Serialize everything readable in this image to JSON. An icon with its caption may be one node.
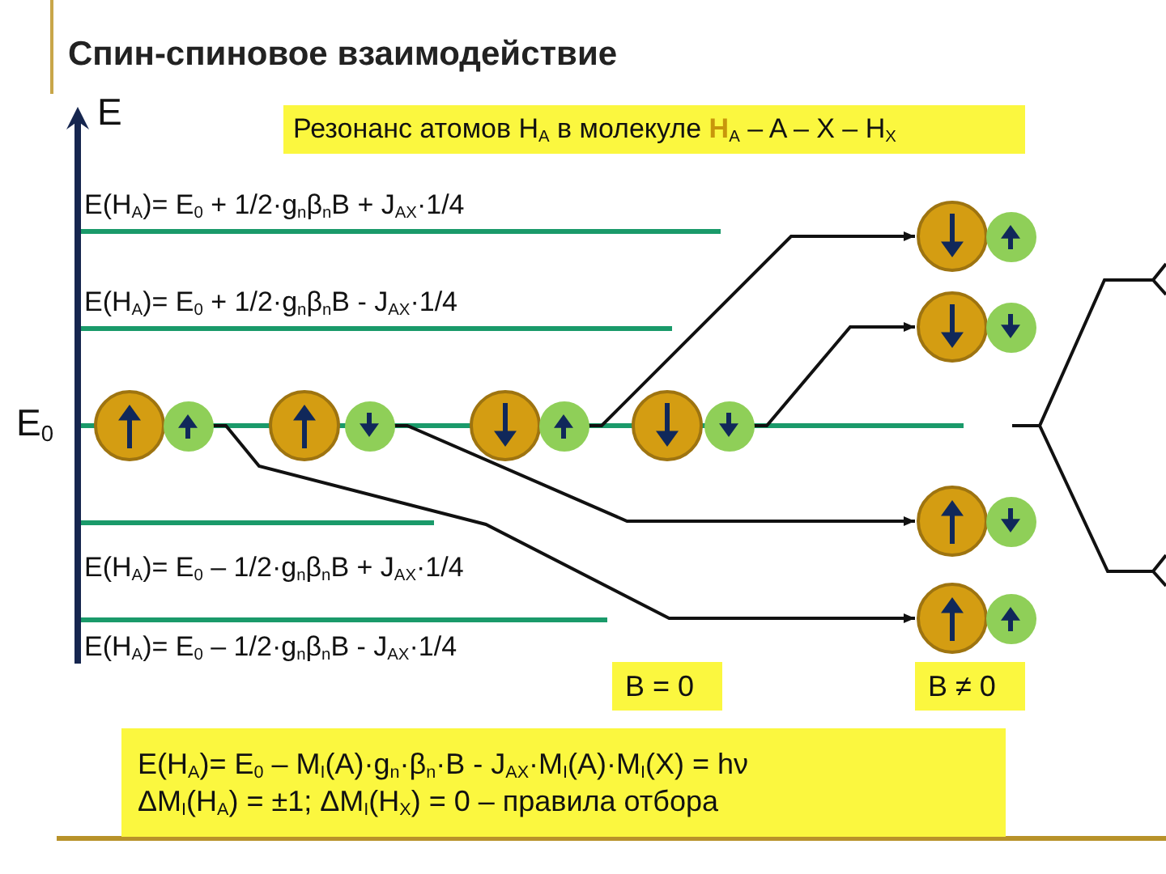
{
  "diagram": {
    "title": "Спин-спиновое взаимодействие",
    "nodes": [
      {
        "text": [
          "Резонанс атомов H$_{A}$ в молекуле **H**$_{A}$ – A – X – H$_{X}$"
        ]
      },
      {
        "text": [],
        "shape": "circle"
      },
      {
        "text": [],
        "shape": "circle"
      },
      {
        "text": [],
        "shape": "circle"
      },
      {
        "text": [],
        "shape": "circle"
      },
      {
        "text": [],
        "shape": "circle"
      },
      {
        "text": [],
        "shape": "circle"
      },
      {
        "text": [],
        "shape": "circle"
      },
      {
        "text": [],
        "shape": "circle"
      },
      {
        "text": [],
        "shape": "circle"
      },
      {
        "text": [],
        "shape": "circle"
      },
      {
        "text": [],
        "shape": "circle"
      },
      {
        "text": [],
        "shape": "circle"
      },
      {
        "text": [],
        "shape": "circle"
      },
      {
        "text": [],
        "shape": "circle"
      },
      {
        "text": [],
        "shape": "circle"
      },
      {
        "text": [],
        "shape": "circle"
      },
      {
        "text": [
          "B = 0"
        ]
      },
      {
        "text": [
          "B ≠ 0"
        ]
      },
      {
        "text": [
          "E(H$_{A}$)= E$_{0}$ – M$_{I}$(A)·g$_{n}$·β$_{n}$·B - J$_{AX}$·M$_{I}$(A)·M$_{I}$(X) = hν",
          "ΔM$_{I}$(H$_{A}$) = ±1;  ΔM$_{I}$(H$_{X}$) = 0 – правила отбора"
        ]
      }
    ],
    "edges": [
      {
        "from": 6,
        "to": 15,
        "arrow": "to"
      },
      {
        "from": 8,
        "to": 13,
        "arrow": "to"
      },
      {
        "from": 10,
        "to": 1,
        "arrow": "to"
      },
      {
        "from": 12,
        "to": 3,
        "arrow": "to"
      }
    ],
    "labels": [
      "E",
      "E(H$_{A}$)= E$_{0}$ + 1/2·g$_{n}$β$_{n}$B + J$_{AX}$·1/4",
      "E(H$_{A}$)= E$_{0}$ + 1/2·g$_{n}$β$_{n}$B - J$_{AX}$·1/4",
      "E$_{0}$",
      "E(H$_{A}$)= E$_{0}$ – 1/2·g$_{n}$β$_{n}$B + J$_{AX}$·1/4",
      "E(H$_{A}$)= E$_{0}$ – 1/2·g$_{n}$β$_{n}$B - J$_{AX}$·1/4"
    ]
  }
}
